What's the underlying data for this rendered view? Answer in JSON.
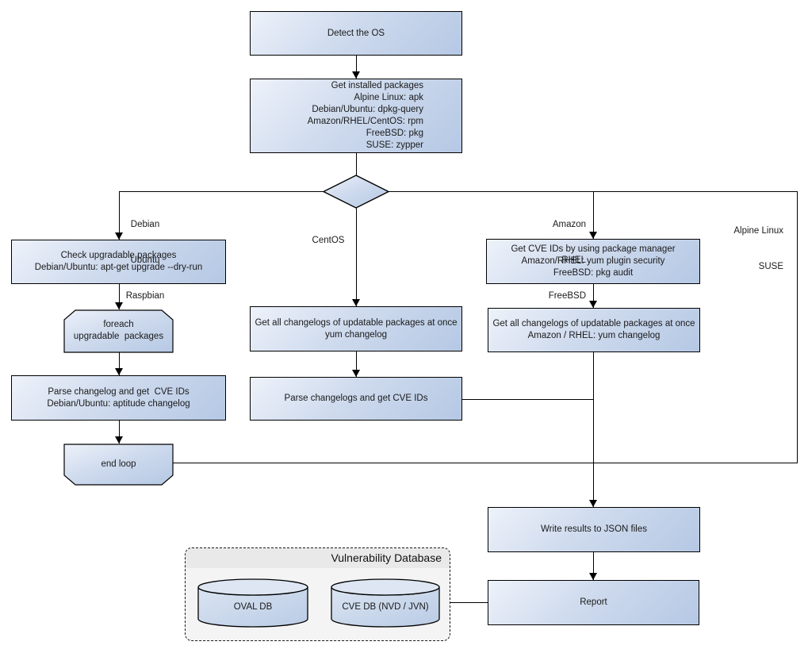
{
  "colors": {
    "node_gradient_start": "#eef2fa",
    "node_gradient_end": "#b5c8e4",
    "node_border": "#000000",
    "connector": "#000000",
    "container_bg": "#f4f4f4",
    "container_header_bg": "#e9e9e9",
    "cylinder_top": "#dde6f2"
  },
  "nodes": {
    "detect_os": {
      "label": "Detect the OS"
    },
    "get_installed_packages": {
      "lines": [
        "Get installed packages",
        "Alpine Linux: apk",
        "Debian/Ubuntu: dpkg-query",
        "Amazon/RHEL/CentOS: rpm",
        "FreeBSD: pkg",
        "SUSE: zypper"
      ]
    },
    "check_upgradable": {
      "lines": [
        "Check upgradable packages",
        "Debian/Ubuntu: apt-get upgrade --dry-run"
      ]
    },
    "foreach_loop": {
      "lines": [
        "foreach",
        "upgradable  packages"
      ]
    },
    "parse_changelog_deb": {
      "lines": [
        "Parse changelog and get  CVE IDs",
        "Debian/Ubuntu: aptitude changelog"
      ]
    },
    "end_loop": {
      "label": "end loop"
    },
    "get_changelogs_centos": {
      "lines": [
        "Get all changelogs of updatable packages at once",
        "yum changelog"
      ]
    },
    "parse_changelogs_centos": {
      "label": "Parse changelogs and get CVE IDs"
    },
    "get_cve_ids_pkg_mgr": {
      "lines": [
        "Get CVE IDs by using package manager",
        "Amazon/RHEL: yum plugin security",
        "FreeBSD: pkg audit"
      ]
    },
    "get_changelogs_amazon": {
      "lines": [
        "Get all changelogs of updatable packages at once",
        "Amazon / RHEL: yum changelog"
      ]
    },
    "write_json": {
      "label": "Write results to JSON files"
    },
    "report": {
      "label": "Report"
    }
  },
  "branch_labels": {
    "debian": {
      "lines": [
        "Debian",
        "Ubuntu",
        "Raspbian"
      ]
    },
    "centos": {
      "label": "CentOS"
    },
    "amazon": {
      "lines": [
        "Amazon",
        "RHEL",
        "FreeBSD"
      ]
    },
    "alpine": {
      "lines": [
        "Alpine Linux",
        "SUSE"
      ]
    }
  },
  "database": {
    "title": "Vulnerability Database",
    "cylinders": [
      {
        "label": "OVAL DB"
      },
      {
        "label": "CVE DB (NVD / JVN)"
      }
    ]
  }
}
